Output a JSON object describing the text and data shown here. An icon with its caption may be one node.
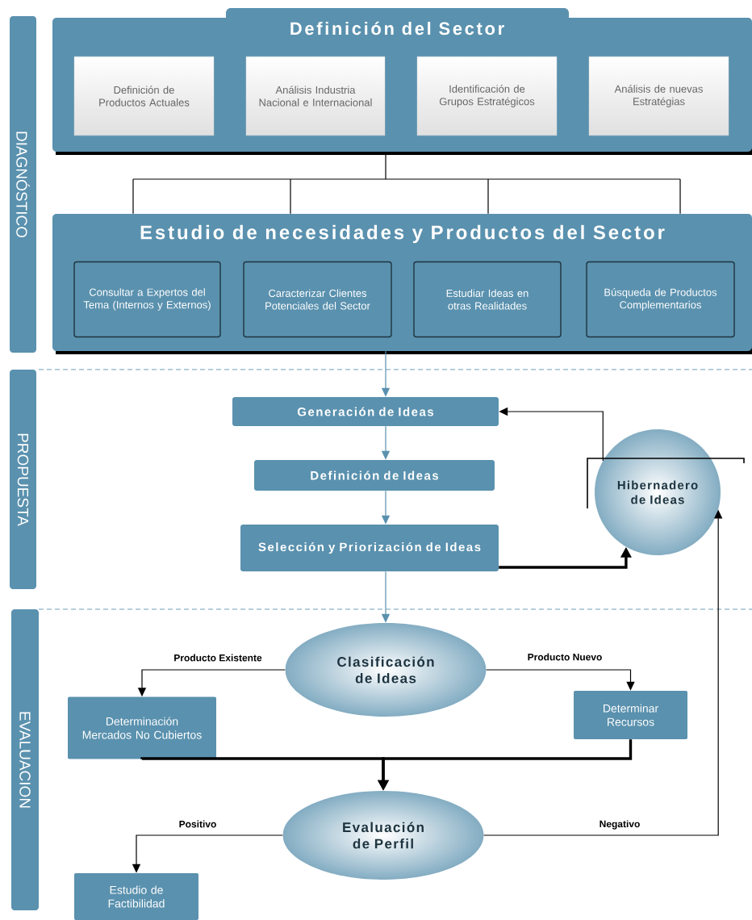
{
  "diagram": {
    "nodes": [
      {
        "text": [
          "Definición del Sector"
        ]
      },
      {
        "text": [
          "Definición de Productos Actuales"
        ],
        "in": 0
      },
      {
        "text": [
          "Análisis Industria Nacional e Internacional"
        ],
        "in": 0
      },
      {
        "text": [
          "Identificación de Grupos Estratégicos"
        ],
        "in": 0
      },
      {
        "text": [
          "Análisis de nuevas Estratégias"
        ],
        "in": 0
      },
      {
        "text": [
          "Estudio de necesidades y Productos del Sector"
        ]
      },
      {
        "text": [
          "Consultar a Expertos del Tema (Internos y Externos)"
        ],
        "in": 5
      },
      {
        "text": [
          "Caracterizar Clientes Potenciales del Sector"
        ],
        "in": 5
      },
      {
        "text": [
          "Estudiar Ideas en otras Realidades"
        ],
        "in": 5
      },
      {
        "text": [
          "Búsqueda de Productos Complementarios"
        ],
        "in": 5
      },
      {
        "text": [
          "Generación de Ideas"
        ]
      },
      {
        "text": [
          "Definición de Ideas"
        ]
      },
      {
        "text": [
          "Selección y Priorización de Ideas"
        ]
      },
      {
        "text": [
          "Hibernadero de Ideas"
        ]
      },
      {
        "text": [
          "Clasificación de Ideas"
        ]
      },
      {
        "text": [
          "Determinación Mercados No Cubiertos"
        ]
      },
      {
        "text": [
          "Determinar Recursos"
        ]
      },
      {
        "text": [
          "Evaluación de Perfil"
        ]
      },
      {
        "text": [
          "Estudio de Factibilidad"
        ]
      },
      {
        "text": [
          "DIAGNÓSTICO"
        ]
      },
      {
        "text": [
          "PROPUESTA"
        ]
      },
      {
        "text": [
          "EVALUACION"
        ]
      }
    ],
    "edges": [
      {
        "from": 0,
        "to": 5,
        "arrow": "none"
      },
      {
        "from": 5,
        "to": 10,
        "arrow": "to",
        "color": "#5a91ae"
      },
      {
        "from": 10,
        "to": 11,
        "arrow": "to",
        "color": "#5a91ae"
      },
      {
        "from": 11,
        "to": 12,
        "arrow": "to",
        "color": "#5a91ae"
      },
      {
        "from": 12,
        "to": 13,
        "arrow": "to",
        "style": "thick"
      },
      {
        "from": 13,
        "to": 10,
        "arrow": "to"
      },
      {
        "from": 12,
        "to": 14,
        "arrow": "to",
        "color": "#5a91ae"
      },
      {
        "from": 14,
        "to": 15,
        "arrow": "to",
        "label": "Producto Existente"
      },
      {
        "from": 14,
        "to": 16,
        "arrow": "to",
        "label": "Producto Nuevo"
      },
      {
        "from": 15,
        "to": 17,
        "arrow": "to",
        "style": "thick"
      },
      {
        "from": 16,
        "to": 17,
        "arrow": "to",
        "style": "thick"
      },
      {
        "from": 17,
        "to": 18,
        "arrow": "to",
        "label": "Positivo"
      },
      {
        "from": 17,
        "to": 13,
        "arrow": "to",
        "label": "Negativo"
      }
    ]
  }
}
